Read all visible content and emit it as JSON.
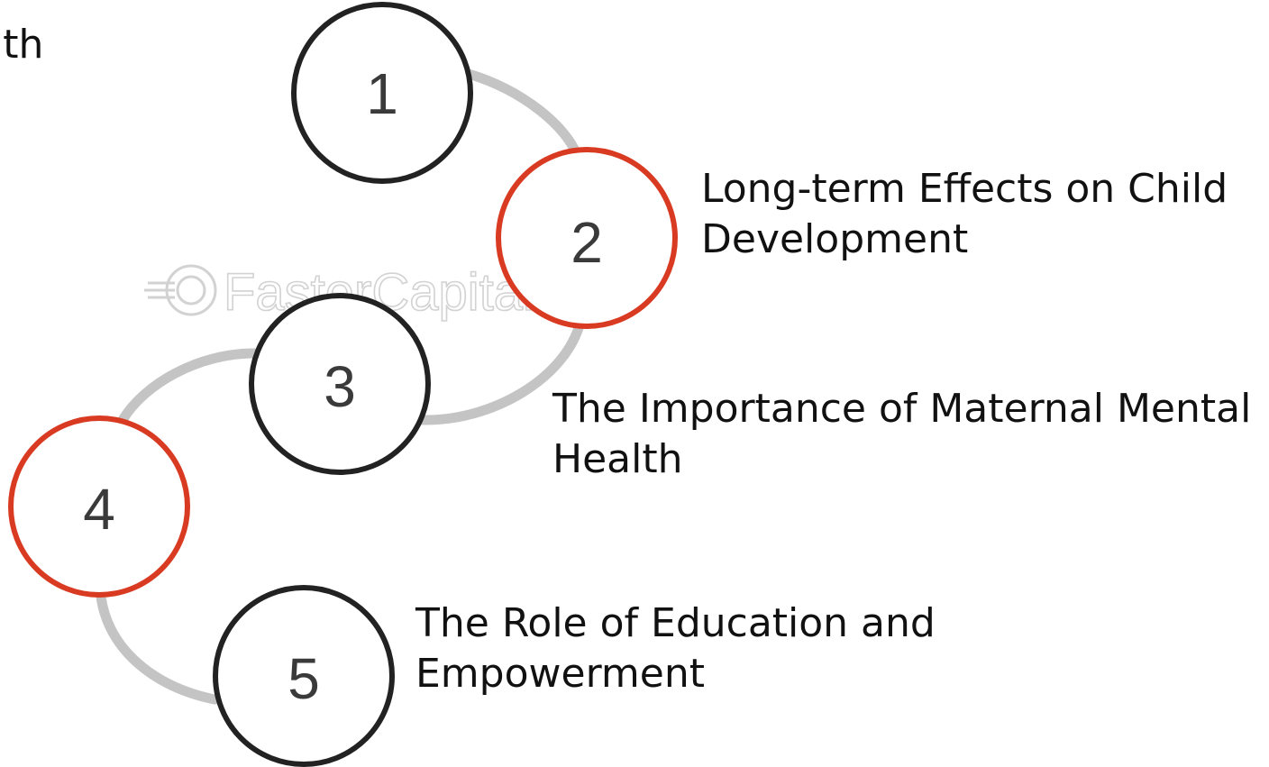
{
  "colors": {
    "connector": "#c4c4c4",
    "circle_default": "#222222",
    "circle_highlight": "#d93a22"
  },
  "watermark": "FasterCapital",
  "steps": [
    {
      "number": "1",
      "label_lines": [
        "alth"
      ],
      "highlight": false
    },
    {
      "number": "2",
      "label_lines": [
        "Long-term Effects on Child",
        "Development"
      ],
      "highlight": true
    },
    {
      "number": "3",
      "label_lines": [
        "The Importance of Maternal Mental",
        "Health"
      ],
      "highlight": false
    },
    {
      "number": "4",
      "label_lines": [],
      "highlight": true
    },
    {
      "number": "5",
      "label_lines": [
        "The Role of Education and",
        "Empowerment"
      ],
      "highlight": false
    }
  ]
}
